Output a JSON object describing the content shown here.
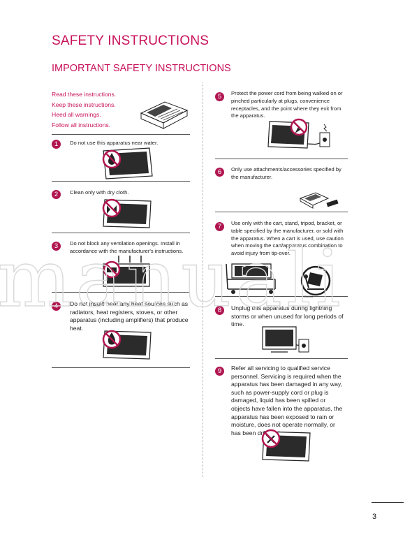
{
  "title": "SAFETY INSTRUCTIONS",
  "subtitle": "IMPORTANT SAFETY INSTRUCTIONS",
  "intro": [
    "Read these instructions.",
    "Keep these instructions.",
    "Heed all warnings.",
    "Follow all instructions."
  ],
  "items": [
    {
      "num": "1",
      "text": "Do not use this apparatus near water."
    },
    {
      "num": "2",
      "text": "Clean only with dry cloth."
    },
    {
      "num": "3",
      "text": "Do not block any ventilation openings. Install in accordance with the manufacturer's instructions."
    },
    {
      "num": "4",
      "text": "Do not install near any heat sources such as radiators, heat registers, stoves, or other apparatus (including amplifiers) that produce heat."
    },
    {
      "num": "5",
      "text": "Protect the power cord from being walked on or pinched particularly at plugs, convenience receptacles, and the point where they exit from the apparatus."
    },
    {
      "num": "6",
      "text": "Only use attachments/accessories specified by the manufacturer."
    },
    {
      "num": "7",
      "text": "Use only with the cart, stand, tripod, bracket, or table specified by the manufacturer, or sold with the apparatus. When a cart is used, use caution when moving the cart/apparatus combination to avoid injury from tip-over."
    },
    {
      "num": "8",
      "text": "Unplug this apparatus during lightning storms or when unused for long periods of time."
    },
    {
      "num": "9",
      "text": "Refer all servicing to qualified service personnel. Servicing is required when the apparatus has been damaged in any way, such as power-supply cord or plug is damaged, liquid has been spilled or objects have fallen into the apparatus, the apparatus has been exposed to rain or moisture, does not operate normally, or has been dropped."
    }
  ],
  "page_number": "3",
  "watermark_text": "manuali",
  "colors": {
    "accent": "#c8125a",
    "badge": "#b01650"
  }
}
